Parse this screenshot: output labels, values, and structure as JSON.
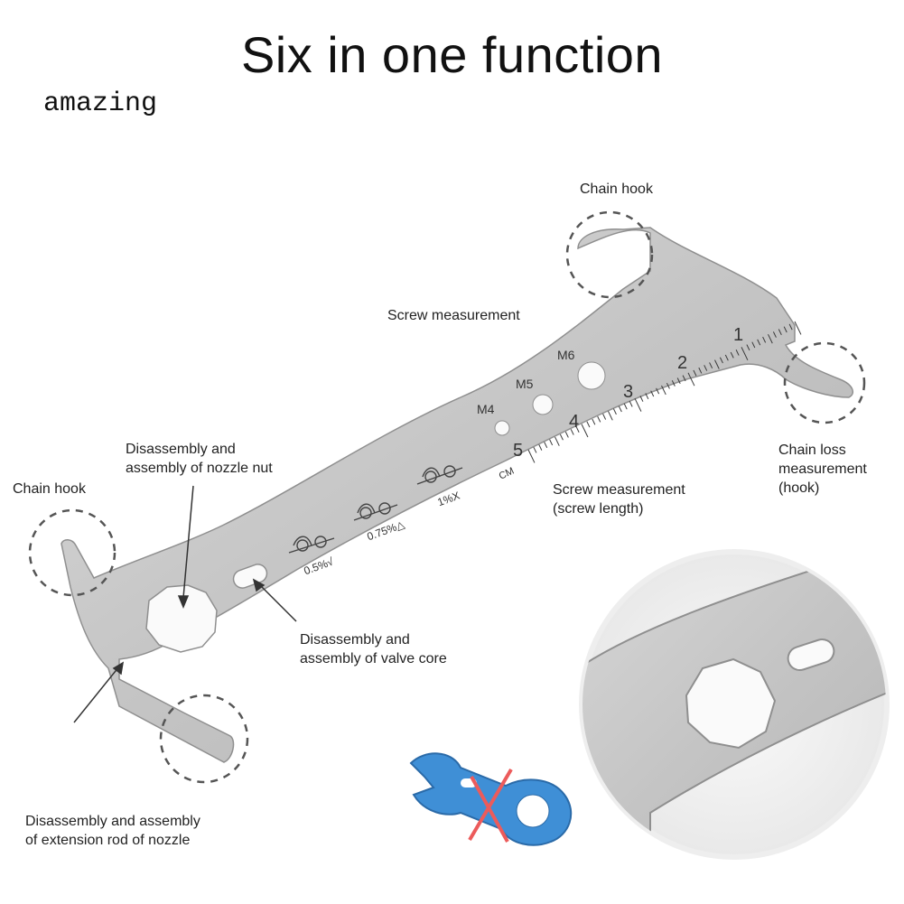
{
  "header": {
    "title": "Six in one function",
    "subtitle": "amazing"
  },
  "labels": {
    "chain_hook_top": "Chain hook",
    "screw_measurement_top": "Screw measurement",
    "nozzle_nut_1": "Disassembly and",
    "nozzle_nut_2": "assembly of nozzle nut",
    "chain_hook_left": "Chain hook",
    "chain_loss_1": "Chain loss",
    "chain_loss_2": "measurement",
    "chain_loss_3": "(hook)",
    "screw_length_1": "Screw measurement",
    "screw_length_2": "(screw length)",
    "valve_core_1": "Disassembly and",
    "valve_core_2": "assembly of valve core",
    "extension_rod_1": "Disassembly and assembly",
    "extension_rod_2": "of extension rod of nozzle"
  },
  "tool_marks": {
    "screw_sizes": [
      "M4",
      "M5",
      "M6"
    ],
    "ruler_numbers": [
      "1",
      "2",
      "3",
      "4",
      "5"
    ],
    "ruler_unit": "CM",
    "wear_marks": [
      "0.5%√",
      "0.75%△",
      "1%X"
    ]
  },
  "colors": {
    "steel": "#c9c9c9",
    "steel_edge": "#9a9a9a",
    "blue_tool": "#3f8fd6",
    "cross": "#ec5b5b",
    "dashed_circle": "#555555"
  }
}
